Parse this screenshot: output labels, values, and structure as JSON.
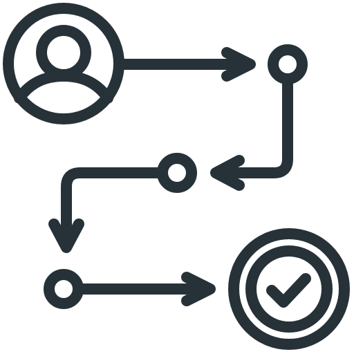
{
  "icon": {
    "name": "user-journey-flow",
    "stroke_color": "#263238",
    "background": "#ffffff",
    "components": [
      "user-avatar-icon",
      "connector-arrow-right",
      "waypoint-node",
      "connector-arrow-down",
      "connector-arrow-left",
      "checkmark-badge-icon"
    ]
  }
}
